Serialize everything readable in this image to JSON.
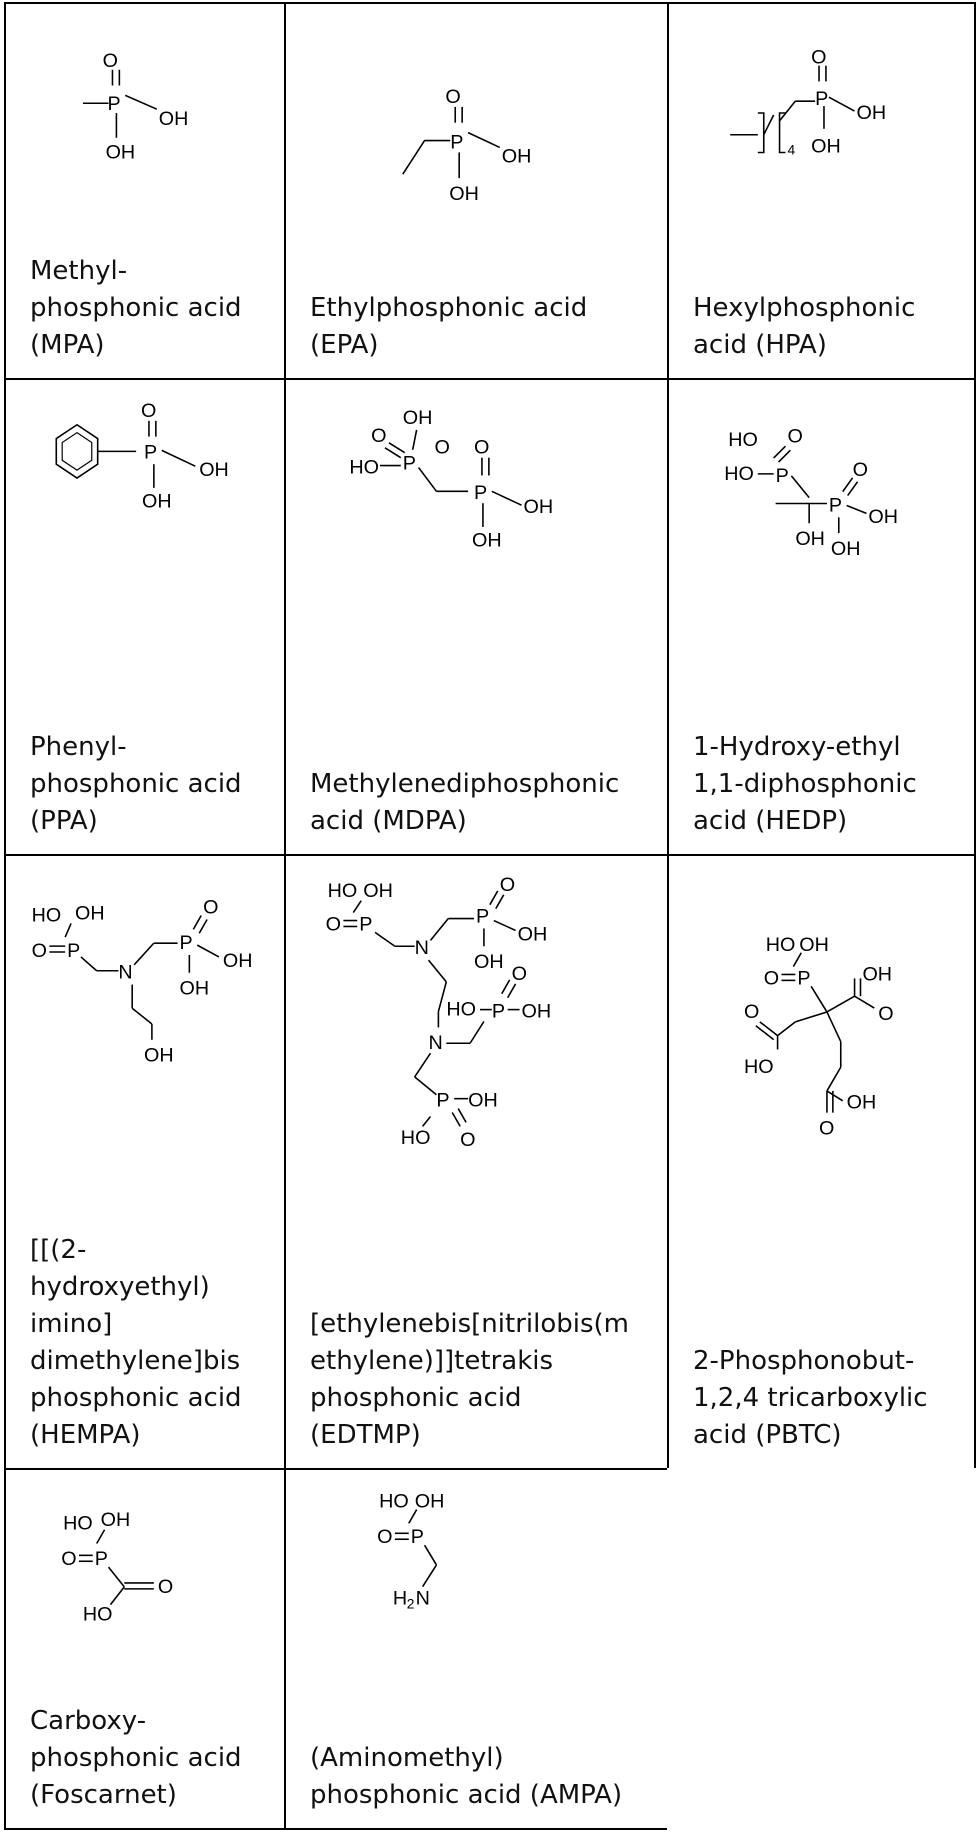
{
  "compounds": [
    {
      "name": "Methyl-\nphosphonic acid\n(MPA)",
      "structure": "methylphosphonic-acid-structure"
    },
    {
      "name": "Ethylphosphonic acid\n(EPA)",
      "structure": "ethylphosphonic-acid-structure"
    },
    {
      "name": "Hexylphosphonic\nacid (HPA)",
      "structure": "hexylphosphonic-acid-structure"
    },
    {
      "name": "Phenyl-\nphosphonic acid\n(PPA)",
      "structure": "phenylphosphonic-acid-structure"
    },
    {
      "name": "Methylenediphosphonic\nacid (MDPA)",
      "structure": "methylenediphosphonic-acid-structure"
    },
    {
      "name": "1-Hydroxy-ethyl\n1,1-diphosphonic\nacid (HEDP)",
      "structure": "hedp-structure"
    },
    {
      "name": "[[(2-\nhydroxyethyl)\nimino]\ndimethylene]bis\nphosphonic acid\n(HEMPA)",
      "structure": "hempa-structure"
    },
    {
      "name": "[ethylenebis[nitrilobis(m\nethylene)]]tetrakis\nphosphonic acid\n(EDTMP)",
      "structure": "edtmp-structure"
    },
    {
      "name": "2-Phosphonobut-\n1,2,4 tricarboxylic\nacid (PBTC)",
      "structure": "pbtc-structure"
    },
    {
      "name": "Carboxy-\nphosphonic acid\n(Foscarnet)",
      "structure": "foscarnet-structure"
    },
    {
      "name": "(Aminomethyl)\nphosphonic acid (AMPA)",
      "structure": "ampa-structure"
    }
  ],
  "atoms": {
    "p": "P",
    "o": "O",
    "oh": "OH",
    "ho": "HO",
    "n": "N",
    "h2n_h": "H",
    "h2n_sub": "2",
    "h2n_n": "N",
    "repeat": "4"
  }
}
